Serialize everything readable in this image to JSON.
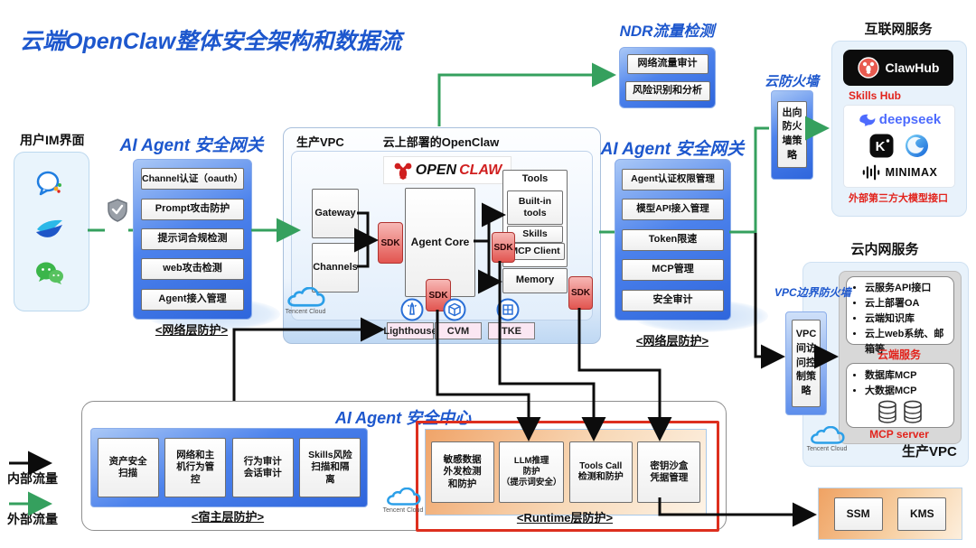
{
  "title": "云端OpenClaw整体安全架构和数据流",
  "legend": {
    "internal": "内部流量",
    "external": "外部流量"
  },
  "im": {
    "title": "用户IM界面"
  },
  "gateway_left": {
    "title": "AI Agent 安全网关",
    "items": [
      "Channel认证（oauth）",
      "Prompt攻击防护",
      "提示词合规检测",
      "web攻击检测",
      "Agent接入管理"
    ],
    "footer": "<网络层防护>"
  },
  "vpc": {
    "label": "生产VPC",
    "subtitle": "云上部署的OpenClaw",
    "logo_open": "OPEN",
    "logo_claw": "CLAW",
    "gateway": "Gateway",
    "channels": "Channels",
    "agent_core": "Agent Core",
    "sdk": "SDK",
    "tools_title": "Tools",
    "tools_items": [
      "Built-in\ntools",
      "Skills",
      "MCP Client"
    ],
    "memory": "Memory",
    "cloud_label": "Tencent Cloud",
    "services": [
      "Lighthouse",
      "CVM",
      "TKE"
    ]
  },
  "ndr": {
    "title": "NDR流量检测",
    "items": [
      "网络流量审计",
      "风险识别和分析"
    ]
  },
  "gateway_right": {
    "title": "AI Agent 安全网关",
    "items": [
      "Agent认证权限管理",
      "模型API接入管理",
      "Token限速",
      "MCP管理",
      "安全审计"
    ],
    "footer": "<网络层防护>"
  },
  "cloud_firewall": {
    "title": "云防火墙",
    "policy": "出向\n防火\n墙策\n略"
  },
  "internet": {
    "title": "互联网服务",
    "clawhub": "ClawHub",
    "skills_hub": "Skills Hub",
    "deepseek": "deepseek",
    "minimax": "MINIMAX",
    "footer": "外部第三方大模型接口"
  },
  "intranet": {
    "title": "云内网服务",
    "firewall_label": "VPC边界防火墙",
    "policy": "VPC\n间访\n问控\n制策\n略",
    "services": [
      "云服务API接口",
      "云上部署OA",
      "云端知识库",
      "云上web系统、邮箱等"
    ],
    "services_label": "云端服务",
    "mcp_items": [
      "数据库MCP",
      "大数据MCP"
    ],
    "mcp_label": "MCP server",
    "cloud_label": "Tencent Cloud",
    "vpc_label": "生产VPC"
  },
  "security_center": {
    "title": "AI Agent 安全中心",
    "host_items": [
      "资产安全\n扫描",
      "网络和主\n机行为管\n控",
      "行为审计\n会话审计",
      "Skills风险\n扫描和隔\n离"
    ],
    "host_footer": "<宿主层防护>",
    "runtime_items": [
      "敏感数据\n外发检测\n和防护",
      "LLM推理\n防护\n（提示词安全）",
      "Tools Call\n检测和防护",
      "密钥沙盒\n凭据管理"
    ],
    "runtime_footer": "<Runtime层防护>",
    "cloud_label": "Tencent Cloud"
  },
  "secrets": {
    "items": [
      "SSM",
      "KMS"
    ]
  },
  "colors": {
    "accent_blue": "#1d57cd",
    "flow_internal": "#0c0c0c",
    "flow_external": "#35a05e",
    "alert_red": "#e2231c"
  }
}
